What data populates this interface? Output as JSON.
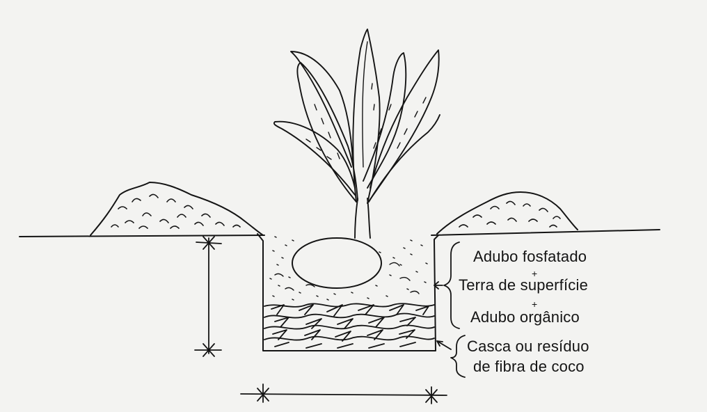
{
  "labels": {
    "adubo_fosfatado": "Adubo fosfatado",
    "plus_1": "+",
    "terra_superficie": "Terra de superfície",
    "plus_2": "+",
    "adubo_organico": "Adubo orgânico",
    "casca_line1": "Casca ou resíduo",
    "casca_line2": "de fibra de coco"
  },
  "colors": {
    "ink": "#141414",
    "paper": "#f3f3f1"
  }
}
